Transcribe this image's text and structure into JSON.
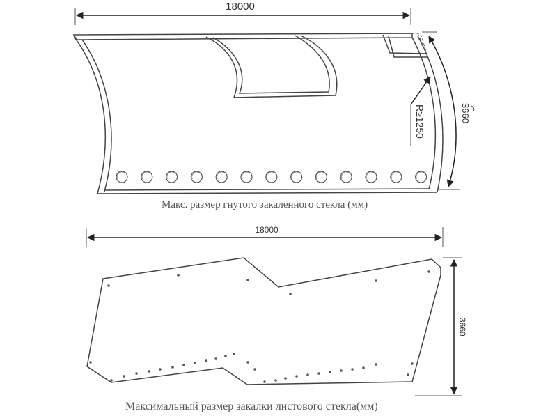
{
  "top_drawing": {
    "width_label": "18000",
    "height_label": "3660",
    "radius_label": "R≥1250",
    "caption": "Макс. размер гнутого закаленного стекла (мм)",
    "hole_count": 13
  },
  "bottom_drawing": {
    "width_label": "18000",
    "height_label": "3660",
    "caption": "Максимальный размер закалки листового стекла(мм)"
  },
  "colors": {
    "line": "#444444",
    "text": "#333333",
    "caption": "#555555"
  }
}
